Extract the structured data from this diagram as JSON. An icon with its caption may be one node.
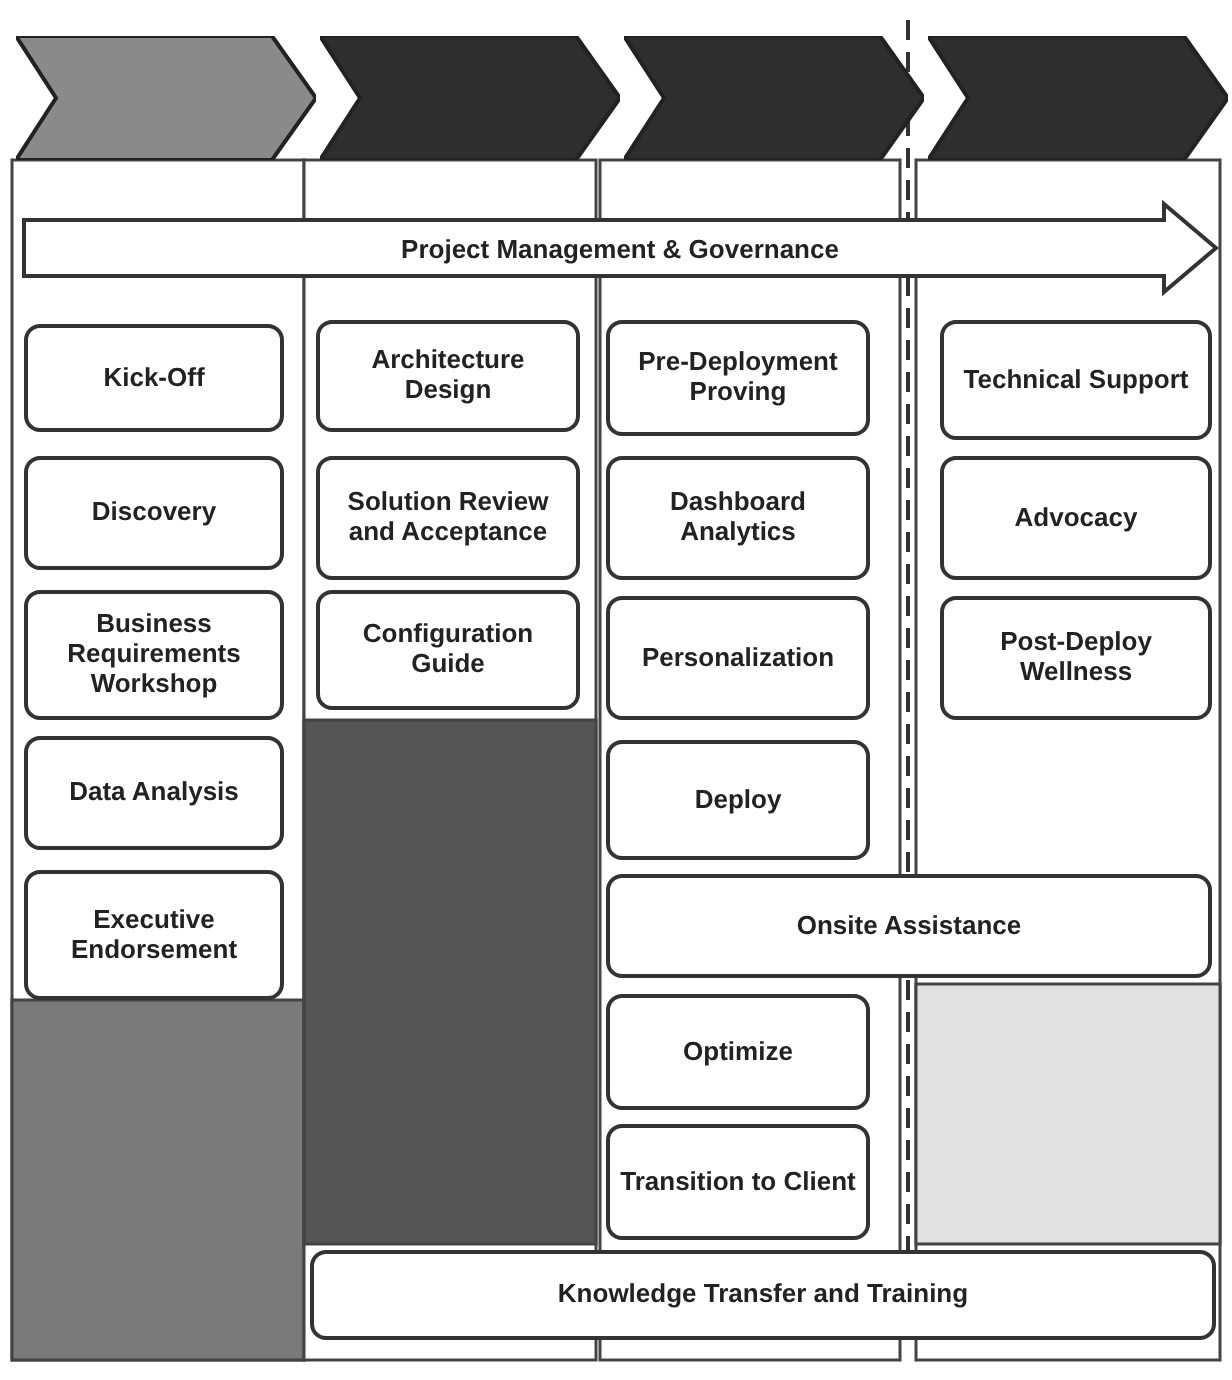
{
  "diagram": {
    "nodes": [
      {
        "text": [],
        "shape": "chevron"
      },
      {
        "text": [],
        "shape": "chevron"
      },
      {
        "text": [],
        "shape": "chevron"
      },
      {
        "text": [],
        "shape": "chevron"
      },
      {
        "text": [
          "Project Management & Governance"
        ]
      },
      {
        "text": [
          "Kick-Off"
        ]
      },
      {
        "text": [
          "Architecture Design"
        ]
      },
      {
        "text": [
          "Pre-Deployment Proving"
        ]
      },
      {
        "text": [
          "Technical Support"
        ]
      },
      {
        "text": [
          "Discovery"
        ]
      },
      {
        "text": [
          "Solution Review and Acceptance"
        ]
      },
      {
        "text": [
          "Dashboard Analytics"
        ]
      },
      {
        "text": [
          "Advocacy"
        ]
      },
      {
        "text": [
          "Business Requirements Workshop"
        ]
      },
      {
        "text": [
          "Configuration Guide"
        ]
      },
      {
        "text": [
          "Personalization"
        ]
      },
      {
        "text": [
          "Post-Deploy Wellness"
        ]
      },
      {
        "text": [
          "Data Analysis"
        ]
      },
      {
        "text": [
          "Deploy"
        ]
      },
      {
        "text": [
          "Executive Endorsement"
        ]
      },
      {
        "text": [
          "Onsite Assistance"
        ]
      },
      {
        "text": [
          "Optimize"
        ]
      },
      {
        "text": [
          "Transition to Client"
        ]
      },
      {
        "text": [
          "Knowledge Transfer and Training"
        ]
      }
    ]
  }
}
